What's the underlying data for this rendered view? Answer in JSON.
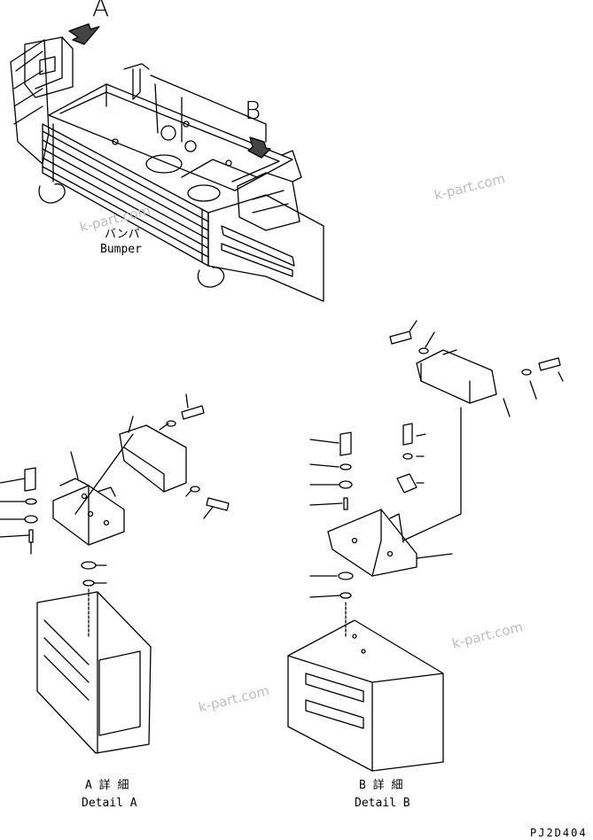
{
  "view_a_label": "A",
  "view_b_label": "B",
  "bumper_jp": "バンパ",
  "bumper_en": "Bumper",
  "detail_a_jp": "A 詳 細",
  "detail_a_en": "Detail A",
  "detail_b_jp": "B 詳 細",
  "detail_b_en": "Detail B",
  "drawing_code": "PJ2D404",
  "watermarks": [
    "k-part.com",
    "k-part.com",
    "k-part.com",
    "k-part.com"
  ]
}
